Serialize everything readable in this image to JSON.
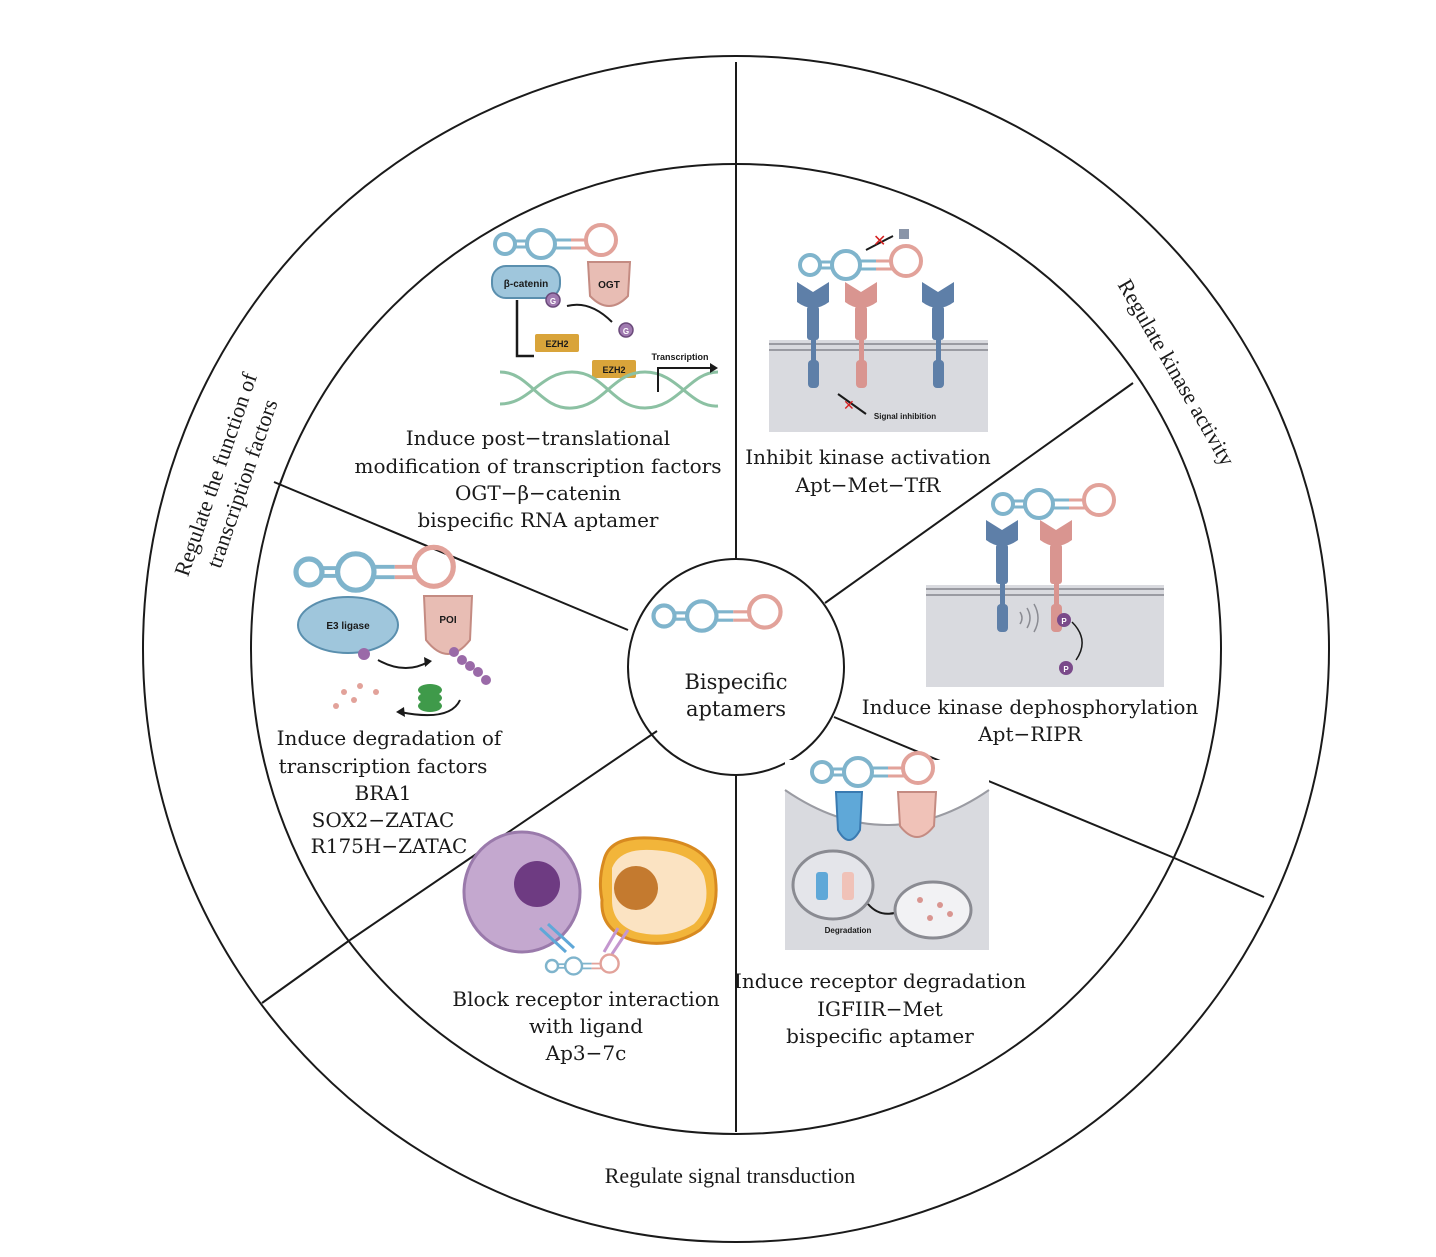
{
  "center": {
    "line1": "Bispecific",
    "line2": "aptamers"
  },
  "outer": {
    "left": {
      "line1": "Regulate the function of",
      "line2": "transcription factors"
    },
    "right": "Regulate kinase activity",
    "bottom": "Regulate signal transduction"
  },
  "sectors": {
    "ptm": {
      "lines": [
        "Induce post−translational",
        "modification of transcription factors",
        "OGT−β−catenin",
        "bispecific RNA aptamer"
      ],
      "fig": {
        "b_catenin": "β-catenin",
        "ogt": "OGT",
        "g": "G",
        "ezh2": "EZH2",
        "transcription": "Transcription"
      }
    },
    "kinase_activation": {
      "lines": [
        "Inhibit kinase activation",
        "Apt−Met−TfR"
      ],
      "fig": {
        "signal_inhibition": "Signal inhibition"
      }
    },
    "dephos": {
      "lines": [
        "Induce kinase dephosphorylation",
        "Apt−RIPR"
      ],
      "fig": {
        "p": "P"
      }
    },
    "receptor_deg": {
      "lines": [
        "Induce receptor degradation",
        "IGFIIR−Met",
        "bispecific aptamer"
      ],
      "fig": {
        "degradation": "Degradation"
      }
    },
    "block": {
      "lines": [
        "Block receptor interaction",
        "with ligand",
        "Ap3−7c"
      ]
    },
    "tf_deg": {
      "lines": [
        "Induce degradation of",
        "transcription factors",
        "BRA1",
        "SOX2−ZATAC",
        "R175H−ZATAC"
      ],
      "fig": {
        "e3": "E3 ligase",
        "poi": "POI"
      }
    }
  },
  "colors": {
    "aptamer_blue": "#7fb4cc",
    "aptamer_pink": "#e2a29a",
    "membrane": "#d9dadf",
    "receptor_blue": "#5e7fa8",
    "receptor_pink": "#d99590",
    "ubiquitin": "#9a6aa8",
    "ezh2": "#d9a43a"
  }
}
